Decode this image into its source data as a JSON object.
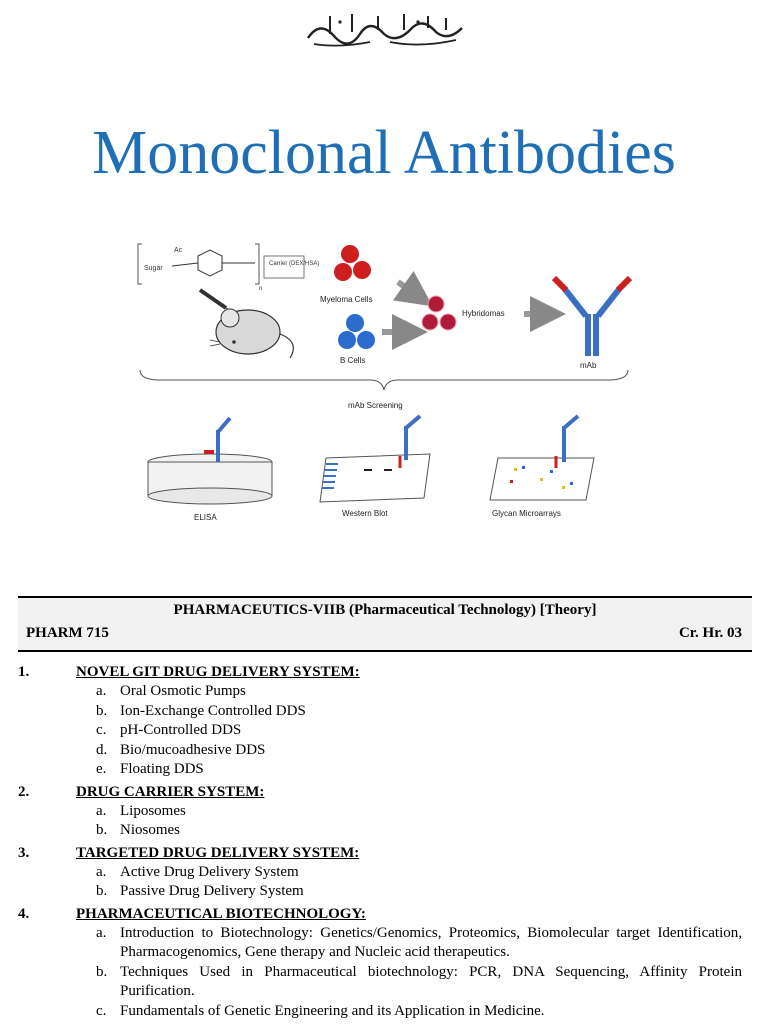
{
  "header": {
    "calligraphy": "بسم الله الرحمن الرحيم"
  },
  "title": "Monoclonal Antibodies",
  "figure": {
    "myeloma_label": "Myeloma Cells",
    "bcells_label": "B Cells",
    "hybridomas_label": "Hybridomas",
    "mab_label": "mAb",
    "screening_label": "mAb Screening",
    "elisa_label": "ELISA",
    "western_label": "Western Blot",
    "glycan_label": "Glycan Microarrays",
    "carrier_label": "Carrier (DEX/HSA)",
    "sugar_label": "Sugar",
    "ac_label": "Ac",
    "n_label": "n"
  },
  "course": {
    "title": "PHARMACEUTICS-VIIB (Pharmaceutical Technology) [Theory]",
    "code": "PHARM 715",
    "credit": "Cr. Hr. 03"
  },
  "sections": [
    {
      "num": "1.",
      "title": "NOVEL GIT DRUG DELIVERY SYSTEM:",
      "items": [
        {
          "letter": "a.",
          "text": "Oral Osmotic Pumps"
        },
        {
          "letter": "b.",
          "text": "Ion-Exchange Controlled DDS"
        },
        {
          "letter": "c.",
          "text": "pH-Controlled DDS"
        },
        {
          "letter": "d.",
          "text": "Bio/mucoadhesive DDS"
        },
        {
          "letter": "e.",
          "text": "Floating DDS"
        }
      ]
    },
    {
      "num": "2.",
      "title": "DRUG CARRIER SYSTEM:",
      "items": [
        {
          "letter": "a.",
          "text": "Liposomes"
        },
        {
          "letter": "b.",
          "text": "Niosomes"
        }
      ]
    },
    {
      "num": "3.",
      "title": "TARGETED DRUG DELIVERY SYSTEM:",
      "items": [
        {
          "letter": "a.",
          "text": "Active Drug Delivery System"
        },
        {
          "letter": "b.",
          "text": "Passive Drug Delivery System"
        }
      ]
    },
    {
      "num": "4.",
      "title": "PHARMACEUTICAL BIOTECHNOLOGY:",
      "items": [
        {
          "letter": "a.",
          "text": "Introduction to Biotechnology: Genetics/Genomics, Proteomics, Biomolecular target Identification, Pharmacogenomics, Gene therapy and Nucleic acid therapeutics."
        },
        {
          "letter": "b.",
          "text": "Techniques Used in Pharmaceutical biotechnology: PCR, DNA Sequencing, Affinity Protein Purification."
        },
        {
          "letter": "c.",
          "text": "Fundamentals of Genetic Engineering and its Application in Medicine."
        }
      ]
    }
  ]
}
